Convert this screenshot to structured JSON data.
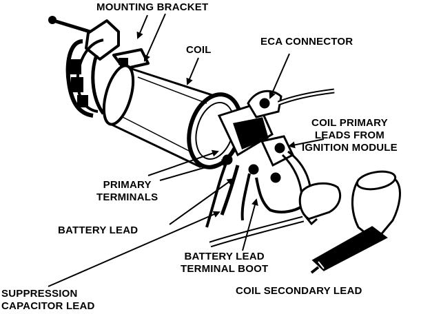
{
  "colors": {
    "ink": "#000000",
    "paper": "#ffffff"
  },
  "labels": {
    "mounting_bracket": "MOUNTING BRACKET",
    "coil": "COIL",
    "eca_connector": "ECA CONNECTOR",
    "coil_primary_leads": [
      "COIL PRIMARY",
      "LEADS FROM",
      "IGNITION MODULE"
    ],
    "primary_terminals": [
      "PRIMARY",
      "TERMINALS"
    ],
    "battery_lead": "BATTERY LEAD",
    "battery_lead_terminal_boot": [
      "BATTERY LEAD",
      "TERMINAL BOOT"
    ],
    "suppression_capacitor_lead": [
      "SUPPRESSION",
      "CAPACITOR LEAD"
    ],
    "coil_secondary_lead": "COIL SECONDARY LEAD"
  }
}
